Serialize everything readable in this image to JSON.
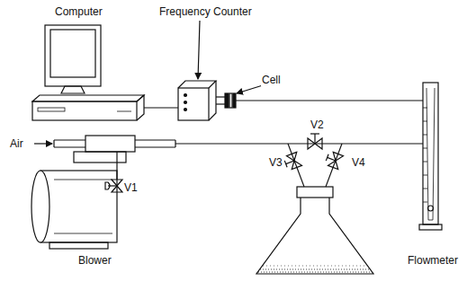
{
  "diagram": {
    "labels": [
      "Computer",
      "Frequency Counter",
      "Cell",
      "Air",
      "V1",
      "V2",
      "V3",
      "V4",
      "Blower",
      "Flowmeter"
    ]
  }
}
